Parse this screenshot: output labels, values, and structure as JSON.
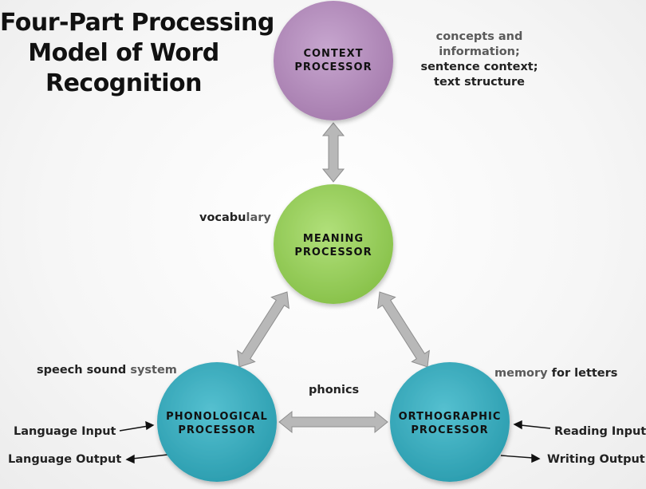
{
  "title": {
    "line1": "Four-Part Processing",
    "line2": "Model of Word",
    "line3": "Recognition"
  },
  "nodes": {
    "context": {
      "line1": "CONTEXT",
      "line2": "PROCESSOR",
      "color": "#b48cbc"
    },
    "meaning": {
      "line1": "MEANING",
      "line2": "PROCESSOR",
      "color": "#9ad15c"
    },
    "phonological": {
      "line1": "PHONOLOGICAL",
      "line2": "PROCESSOR",
      "color": "#3aaec0"
    },
    "orthographic": {
      "line1": "ORTHOGRAPHIC",
      "line2": "PROCESSOR",
      "color": "#3aaec0"
    }
  },
  "annotations": {
    "context_note": {
      "line1": "concepts and",
      "line2": "information;",
      "line3": "sentence context;",
      "line4": "text structure"
    },
    "vocabulary": {
      "part1": "vocabu",
      "part2": "lary"
    },
    "speech_sound": {
      "part1": "speech sound ",
      "part2": "system"
    },
    "memory": {
      "part1": "memory",
      "part2": " for letters"
    },
    "phonics": "phonics",
    "language_input": "Language Input",
    "language_output": "Language Output",
    "reading_input": "Reading Input",
    "writing_output": "Writing Output"
  },
  "colors": {
    "arrow_fill": "#b8b8b8",
    "arrow_stroke": "#8e8e8e"
  }
}
